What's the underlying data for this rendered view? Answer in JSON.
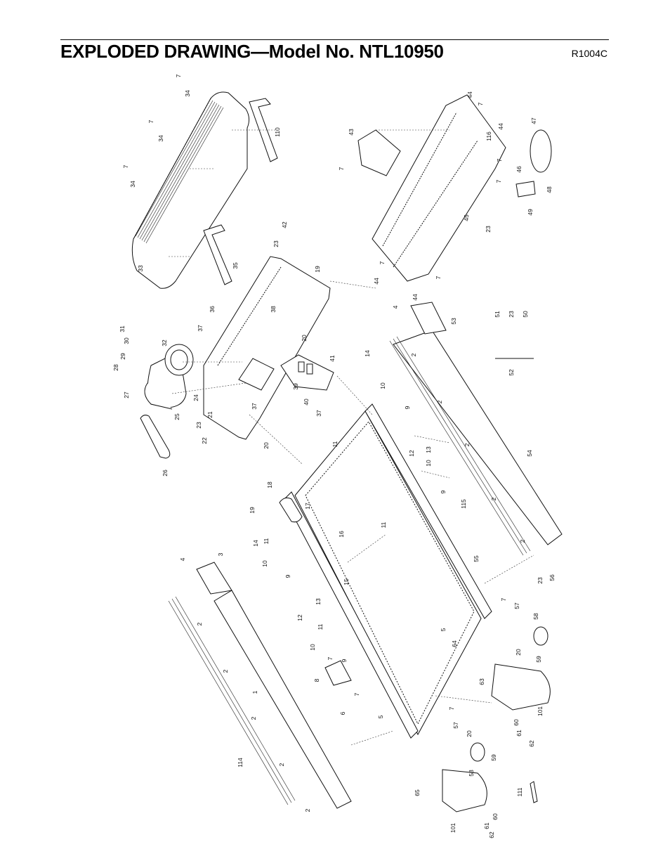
{
  "header": {
    "title": "EXPLODED DRAWING—Model No. NTL10950",
    "code": "R1004C"
  },
  "callouts": [
    {
      "label": "7"
    },
    {
      "label": "34"
    },
    {
      "label": "7"
    },
    {
      "label": "34"
    },
    {
      "label": "7"
    },
    {
      "label": "34"
    },
    {
      "label": "110"
    },
    {
      "label": "33"
    },
    {
      "label": "35"
    },
    {
      "label": "42"
    },
    {
      "label": "23"
    },
    {
      "label": "19"
    },
    {
      "label": "36"
    },
    {
      "label": "38"
    },
    {
      "label": "37"
    },
    {
      "label": "31"
    },
    {
      "label": "30"
    },
    {
      "label": "32"
    },
    {
      "label": "29"
    },
    {
      "label": "28"
    },
    {
      "label": "27"
    },
    {
      "label": "24"
    },
    {
      "label": "25"
    },
    {
      "label": "20"
    },
    {
      "label": "41"
    },
    {
      "label": "39"
    },
    {
      "label": "37"
    },
    {
      "label": "40"
    },
    {
      "label": "37"
    },
    {
      "label": "21"
    },
    {
      "label": "23"
    },
    {
      "label": "22"
    },
    {
      "label": "20"
    },
    {
      "label": "26"
    },
    {
      "label": "44"
    },
    {
      "label": "7"
    },
    {
      "label": "43"
    },
    {
      "label": "7"
    },
    {
      "label": "44"
    },
    {
      "label": "116"
    },
    {
      "label": "7"
    },
    {
      "label": "47"
    },
    {
      "label": "46"
    },
    {
      "label": "7"
    },
    {
      "label": "48"
    },
    {
      "label": "49"
    },
    {
      "label": "23"
    },
    {
      "label": "45"
    },
    {
      "label": "7"
    },
    {
      "label": "44"
    },
    {
      "label": "7"
    },
    {
      "label": "44"
    },
    {
      "label": "4"
    },
    {
      "label": "53"
    },
    {
      "label": "51"
    },
    {
      "label": "23"
    },
    {
      "label": "50"
    },
    {
      "label": "14"
    },
    {
      "label": "10"
    },
    {
      "label": "9"
    },
    {
      "label": "2"
    },
    {
      "label": "2"
    },
    {
      "label": "52"
    },
    {
      "label": "11"
    },
    {
      "label": "12"
    },
    {
      "label": "13"
    },
    {
      "label": "10"
    },
    {
      "label": "9"
    },
    {
      "label": "2"
    },
    {
      "label": "54"
    },
    {
      "label": "115"
    },
    {
      "label": "18"
    },
    {
      "label": "19"
    },
    {
      "label": "17"
    },
    {
      "label": "16"
    },
    {
      "label": "11"
    },
    {
      "label": "2"
    },
    {
      "label": "2"
    },
    {
      "label": "14"
    },
    {
      "label": "11"
    },
    {
      "label": "4"
    },
    {
      "label": "3"
    },
    {
      "label": "10"
    },
    {
      "label": "9"
    },
    {
      "label": "15"
    },
    {
      "label": "55"
    },
    {
      "label": "23"
    },
    {
      "label": "56"
    },
    {
      "label": "7"
    },
    {
      "label": "57"
    },
    {
      "label": "58"
    },
    {
      "label": "12"
    },
    {
      "label": "13"
    },
    {
      "label": "11"
    },
    {
      "label": "5"
    },
    {
      "label": "64"
    },
    {
      "label": "20"
    },
    {
      "label": "59"
    },
    {
      "label": "2"
    },
    {
      "label": "10"
    },
    {
      "label": "7"
    },
    {
      "label": "9"
    },
    {
      "label": "8"
    },
    {
      "label": "7"
    },
    {
      "label": "63"
    },
    {
      "label": "101"
    },
    {
      "label": "2"
    },
    {
      "label": "1"
    },
    {
      "label": "60"
    },
    {
      "label": "61"
    },
    {
      "label": "62"
    },
    {
      "label": "2"
    },
    {
      "label": "6"
    },
    {
      "label": "5"
    },
    {
      "label": "7"
    },
    {
      "label": "57"
    },
    {
      "label": "20"
    },
    {
      "label": "59"
    },
    {
      "label": "114"
    },
    {
      "label": "2"
    },
    {
      "label": "58"
    },
    {
      "label": "65"
    },
    {
      "label": "111"
    },
    {
      "label": "2"
    },
    {
      "label": "101"
    },
    {
      "label": "61"
    },
    {
      "label": "62"
    },
    {
      "label": "60"
    }
  ]
}
